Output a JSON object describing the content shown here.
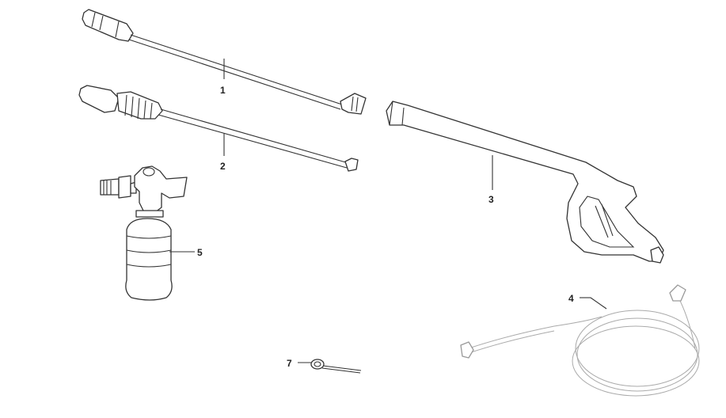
{
  "diagram": {
    "parts": [
      {
        "id": "1",
        "label": "1"
      },
      {
        "id": "2",
        "label": "2"
      },
      {
        "id": "3",
        "label": "3"
      },
      {
        "id": "4",
        "label": "4"
      },
      {
        "id": "5",
        "label": "5"
      },
      {
        "id": "7",
        "label": "7"
      }
    ]
  }
}
